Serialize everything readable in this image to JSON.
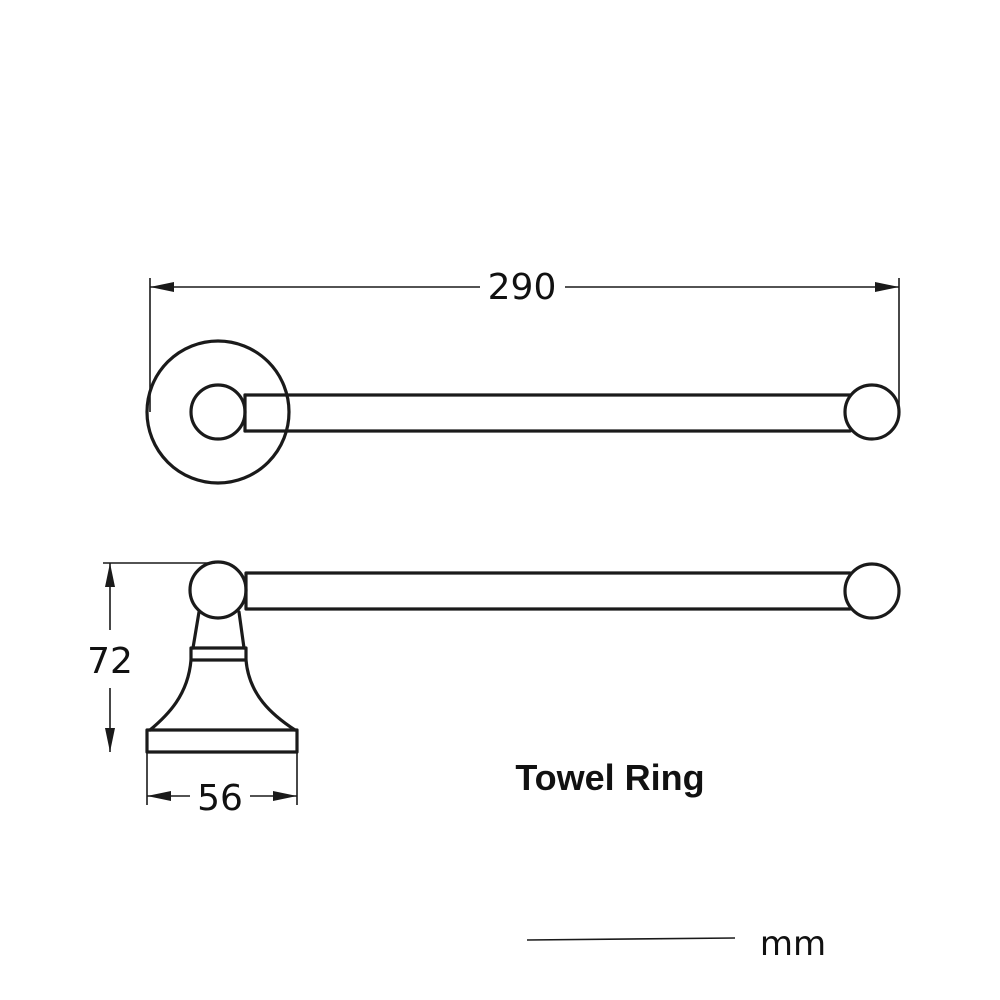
{
  "dimensions": {
    "length": "290",
    "height": "72",
    "base_width": "56"
  },
  "caption": "Towel Ring",
  "unit_label": "mm",
  "colors": {
    "line": "#1a1a1a",
    "background": "#ffffff"
  }
}
